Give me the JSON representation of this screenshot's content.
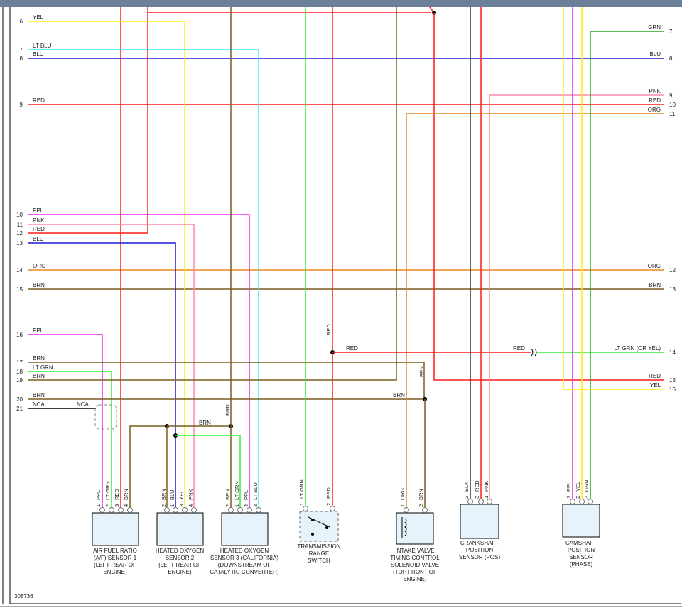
{
  "diagram": {
    "figure_id": "308736",
    "left_pins": [
      "6",
      "7",
      "8",
      "9",
      "10",
      "11",
      "12",
      "13",
      "14",
      "15",
      "16",
      "17",
      "18",
      "19",
      "20",
      "21"
    ],
    "right_pins": [
      "7",
      "8",
      "9",
      "10",
      "11",
      "12",
      "13",
      "14",
      "15",
      "16"
    ],
    "left_wire_labels": [
      "YEL",
      "LT BLU",
      "BLU",
      "RED",
      "PPL",
      "PNK",
      "RED",
      "BLU",
      "ORG",
      "BRN",
      "PPL",
      "BRN",
      "LT GRN",
      "BRN",
      "BRN",
      "NCA"
    ],
    "right_wire_labels": [
      "GRN",
      "BLU",
      "PNK",
      "RED",
      "ORG",
      "ORG",
      "BRN",
      "LT GRN  (OR YEL)",
      "RED",
      "YEL"
    ],
    "inline_labels": {
      "nca": "NCA",
      "red_trans_v": "RED",
      "red_trans_h": "RED",
      "red_conn": "RED",
      "brn_iv": "BRN",
      "brn_row20": "BRN",
      "brn_o2": "BRN",
      "brn_o23": "BRN"
    },
    "components": [
      {
        "name": "af-sensor-1",
        "title": [
          "AIR FUEL RATIO",
          "(A/F) SENSOR 1",
          "(LEFT REAR OF",
          "ENGINE)"
        ],
        "pins": [
          "1",
          "2",
          "3",
          "4"
        ],
        "wires": [
          "PPL",
          "LT GRN",
          "RED",
          "BRN"
        ]
      },
      {
        "name": "ho2s-2",
        "title": [
          "HEATED OXYGEN",
          "SENSOR 2",
          "(LEFT REAR OF",
          "ENGINE)"
        ],
        "pins": [
          "2",
          "1",
          "3",
          "4"
        ],
        "wires": [
          "BRN",
          "BLU",
          "YEL",
          "PNK"
        ]
      },
      {
        "name": "ho2s-3",
        "title": [
          "HEATED OXYGEN",
          "SENSOR 3 (CALIFORNIA)",
          "(DOWNSTREAM OF",
          "CATALYTIC CONVERTER)"
        ],
        "pins": [
          "2",
          "1",
          "4",
          "3"
        ],
        "wires": [
          "BRN",
          "LT GRN",
          "PPL",
          "LT BLU"
        ]
      },
      {
        "name": "trs",
        "title": [
          "TRANSMISSION",
          "RANGE",
          "SWITCH"
        ],
        "pins": [
          "1",
          "2"
        ],
        "wires": [
          "LT GRN",
          "RED"
        ]
      },
      {
        "name": "ivtc",
        "title": [
          "INTAKE VALVE",
          "TIMING CONTROL",
          "SOLENOID VALVE",
          "(TOP FRONT OF",
          "ENGINE)"
        ],
        "pins": [
          "1",
          "2"
        ],
        "wires": [
          "ORG",
          "BRN"
        ]
      },
      {
        "name": "ckp",
        "title": [
          "CRANKSHAFT",
          "POSITION",
          "SENSOR (POS)"
        ],
        "pins": [
          "2",
          "3",
          "1"
        ],
        "wires": [
          "BLK",
          "RED",
          "PNK"
        ]
      },
      {
        "name": "cmp",
        "title": [
          "CAMSHAFT",
          "POSITION",
          "SENSOR",
          "(PHASE)"
        ],
        "pins": [
          "1",
          "2",
          "3"
        ],
        "wires": [
          "PPL",
          "YEL",
          "GRN"
        ]
      }
    ],
    "colors": {
      "RED": "#ff1a1a",
      "YEL": "#ffee00",
      "LT BLU": "#33eeff",
      "BLU": "#1a1acc",
      "PPL": "#ee22ee",
      "PNK": "#ff88aa",
      "ORG": "#ee8822",
      "BRN": "#7a5c1e",
      "LT GRN": "#33ee33",
      "GRN": "#22aa22",
      "BLK": "#333333",
      "NCA": "#000000",
      "TOPBAR": "#6b7f99",
      "COMPFILL": "#e6f3fb"
    }
  }
}
